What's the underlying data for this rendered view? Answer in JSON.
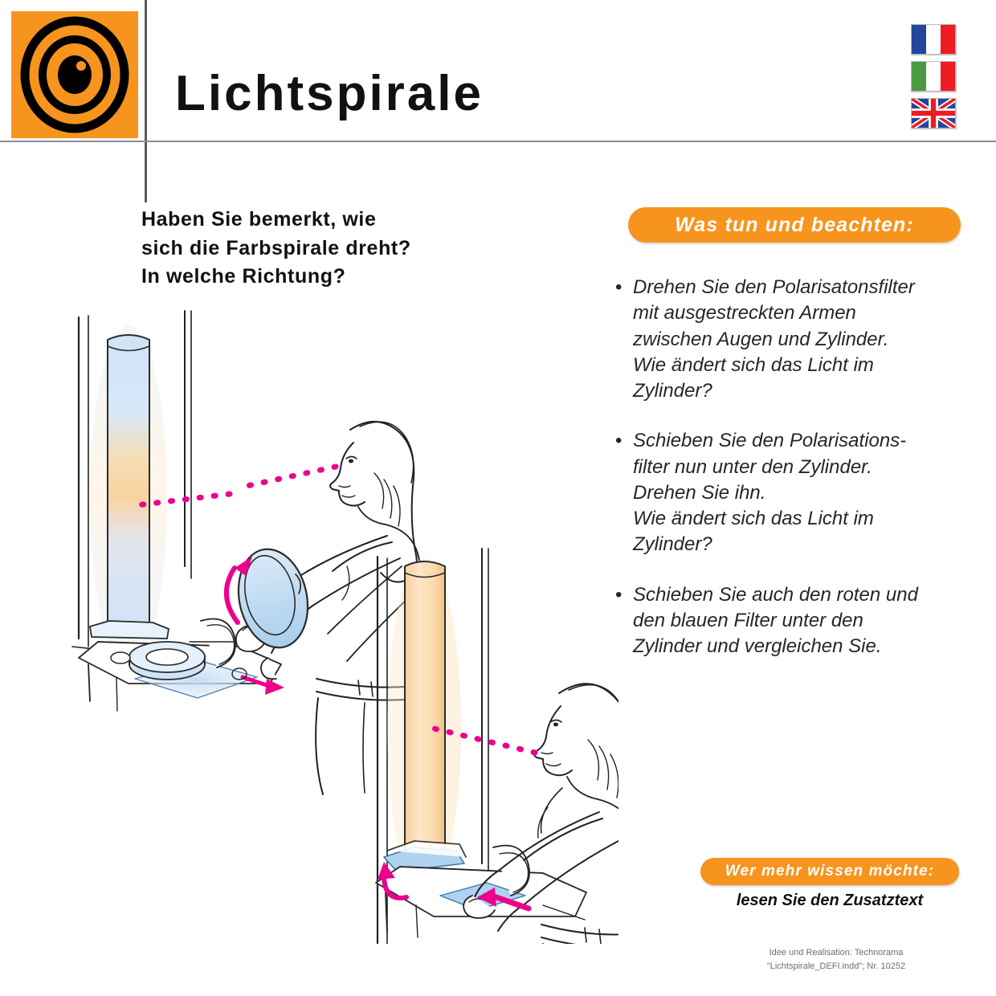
{
  "header": {
    "title": "Lichtspirale",
    "logo_icon": "concentric-eye-target-icon",
    "accent_color": "#F7941E",
    "rule_color": "#8e8e8e"
  },
  "flags": [
    {
      "name": "flag-france",
      "label": "Français"
    },
    {
      "name": "flag-italy",
      "label": "Italiano"
    },
    {
      "name": "flag-united-kingdom",
      "label": "English"
    }
  ],
  "question": {
    "line1": "Haben Sie bemerkt, wie",
    "line2": "sich die Farbspirale dreht?",
    "line3": "In welche Richtung?"
  },
  "instructions": {
    "heading": "Was tun und beachten:",
    "bullet_marker": "•",
    "items": [
      "Drehen Sie den Polarisatonsfilter\nmit ausgestreckten Armen\nzwischen Augen und Zylinder.\nWie ändert sich das Licht im\nZylinder?",
      "Schieben Sie den Polarisations-\nfilter nun unter den Zylinder.\nDrehen Sie ihn.\nWie ändert sich das Licht im\nZylinder?",
      "Schieben Sie auch den roten und\nden blauen Filter unter den\nZylinder und vergleichen Sie."
    ]
  },
  "read_more": {
    "heading": "Wer mehr wissen möchte:",
    "subtext": "lesen Sie den Zusatztext"
  },
  "credits": {
    "text": "Idee und Realisation: Technorama\n\"Lichtspirale_DEFI.indd\"; Nr. 10252"
  },
  "illustration": {
    "scene_top": {
      "name": "woman-rotating-polarization-filter",
      "cylinder_colors": [
        "#cfe3f7",
        "#f9d9a6",
        "#cfe3f7"
      ],
      "filter_color": "#bcd9f2",
      "sight_line_color": "#EC008C",
      "rotation_arrow_color": "#EC008C"
    },
    "scene_bottom": {
      "name": "woman-sliding-filter-under-cylinder",
      "cylinder_colors": [
        "#fbdcb0",
        "#f7c98c"
      ],
      "filter_color": "#aed2ef",
      "sight_line_color": "#EC008C",
      "push_arrow_color": "#EC008C"
    }
  }
}
